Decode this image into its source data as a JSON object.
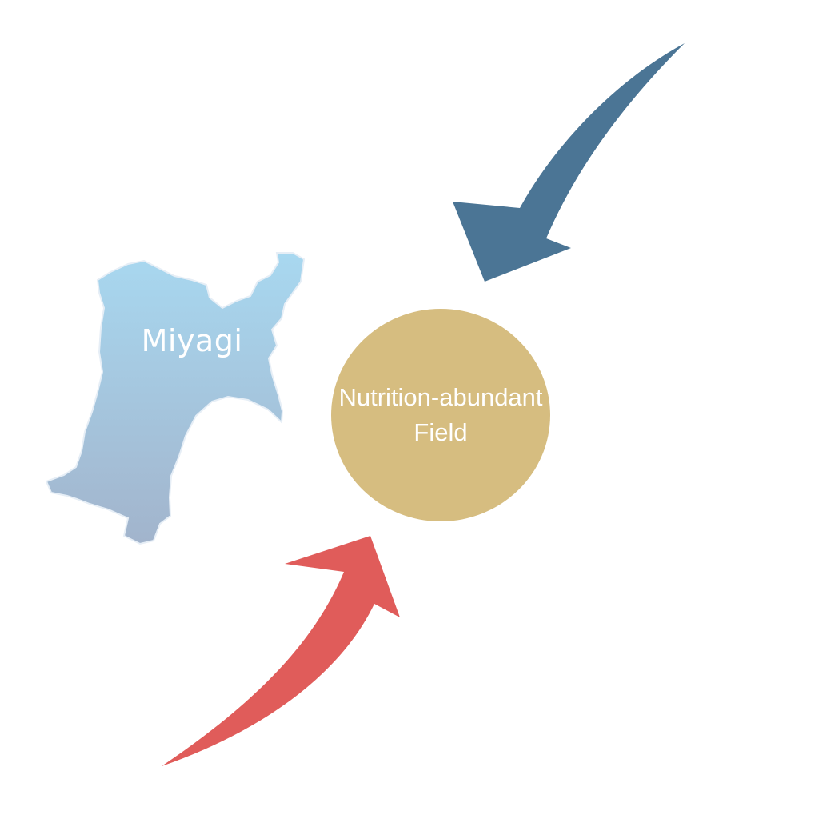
{
  "diagram": {
    "region": {
      "label": "Miyagi",
      "icon": "map-region-icon",
      "gradient_top": "#a8d8f0",
      "gradient_bottom": "#a2b4cc"
    },
    "center_node": {
      "line1": "Nutrition-abundant",
      "line2": "Field",
      "color": "#d6bd80"
    },
    "arrows": [
      {
        "name": "inflow-arrow-top",
        "icon": "curved-arrow-icon",
        "color": "#4b7595"
      },
      {
        "name": "inflow-arrow-bottom",
        "icon": "curved-arrow-icon",
        "color": "#e05c5a"
      }
    ]
  }
}
